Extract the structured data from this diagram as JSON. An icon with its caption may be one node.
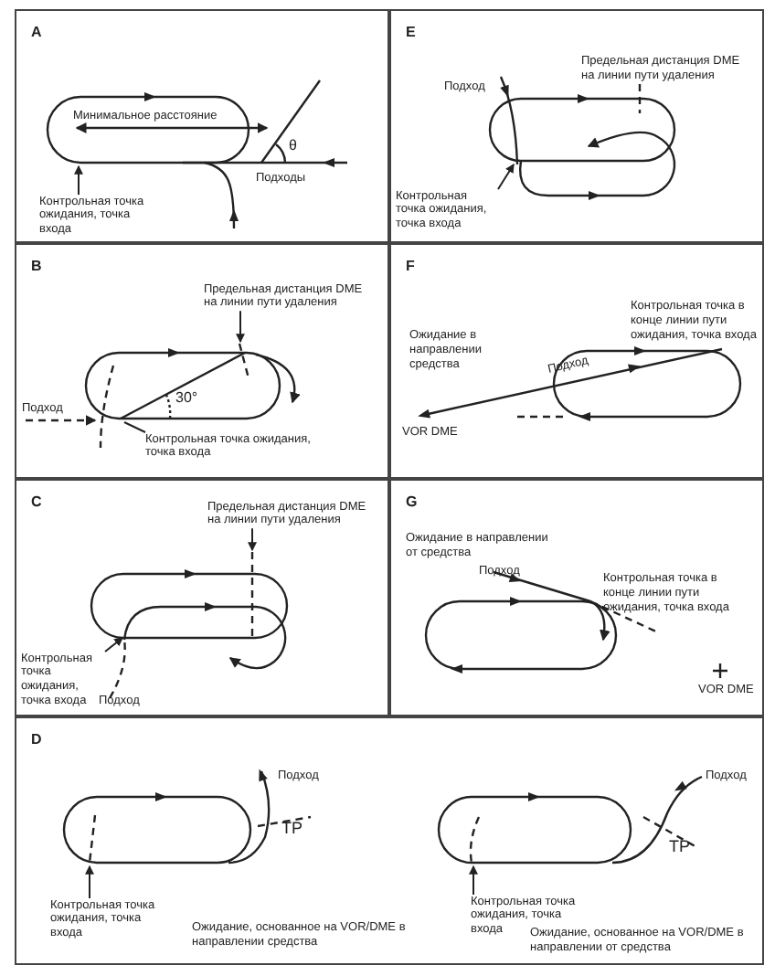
{
  "diagram": {
    "nodes": [
      {
        "text": [
          "A"
        ]
      },
      {
        "text": [],
        "shape": "picture",
        "in": 0
      },
      {
        "text": [
          "Контрольная точка ожидания, точка входа"
        ],
        "in": 0
      },
      {
        "text": [
          "E"
        ]
      },
      {
        "text": [],
        "shape": "picture",
        "in": 3
      },
      {
        "text": [
          "Контрольная точка ожидания, точка входа"
        ],
        "in": 3
      },
      {
        "text": [
          "B"
        ]
      },
      {
        "text": [
          "Предельная дистанция DME на линии пути удаления"
        ],
        "in": 6
      },
      {
        "text": [],
        "shape": "line",
        "in": 6
      },
      {
        "text": [],
        "shape": "picture",
        "in": 6
      },
      {
        "text": [
          "Контрольная точка ожидания, точка входа"
        ],
        "in": 6
      },
      {
        "text": [
          "F"
        ]
      },
      {
        "text": [
          "C"
        ]
      },
      {
        "text": [
          "Предельная дистанция DME на линии пути удаления"
        ],
        "in": 12
      },
      {
        "text": [],
        "shape": "line",
        "in": 12
      },
      {
        "text": [],
        "shape": "picture",
        "in": 12
      },
      {
        "text": [
          "Контрольная точка ожидания, точка входа"
        ],
        "in": 12
      },
      {
        "text": [
          "G"
        ]
      },
      {
        "text": [
          "D"
        ]
      },
      {
        "text": [],
        "shape": "picture",
        "in": 18
      },
      {
        "text": [],
        "shape": "picture",
        "in": 18
      },
      {
        "text": [
          "Контрольная точка ожидания, точка входа"
        ],
        "in": 18
      },
      {
        "text": [
          "Контрольная точка ожидания, точка входа"
        ],
        "in": 18
      }
    ],
    "edges": [
      {
        "from": 2,
        "to": 1,
        "arrow": "to"
      },
      {
        "from": 5,
        "to": 4,
        "arrow": "to"
      },
      {
        "from": 7,
        "to": 8,
        "arrow": "to"
      },
      {
        "from": 10,
        "to": 9,
        "arrow": "none"
      },
      {
        "from": 13,
        "to": 14,
        "arrow": "to"
      },
      {
        "from": 16,
        "to": 15,
        "arrow": "to"
      },
      {
        "from": 21,
        "to": 19,
        "arrow": "to"
      },
      {
        "from": 22,
        "to": 20,
        "arrow": "to"
      }
    ],
    "labels": [
      "Минимальное расстояние",
      "θ",
      "Подходы",
      "Предельная дистанция DME на линии пути удаления",
      "Подход",
      "Подход",
      "30°",
      "Контрольная точка в конце линии пути ожидания, точка входа",
      "Ожидание в направлении средства",
      "Подход",
      "VOR DME",
      "Подход",
      "Ожидание в направлении от средства",
      "Подход",
      "Контрольная точка в конце линии пути ожидания, точка входа",
      "VOR DME",
      "Подход",
      "TP",
      "Подход",
      "TP",
      "Ожидание, основанное на VOR/DME в направлении средства",
      "Ожидание, основанное на VOR/DME в направлении от средства"
    ]
  }
}
